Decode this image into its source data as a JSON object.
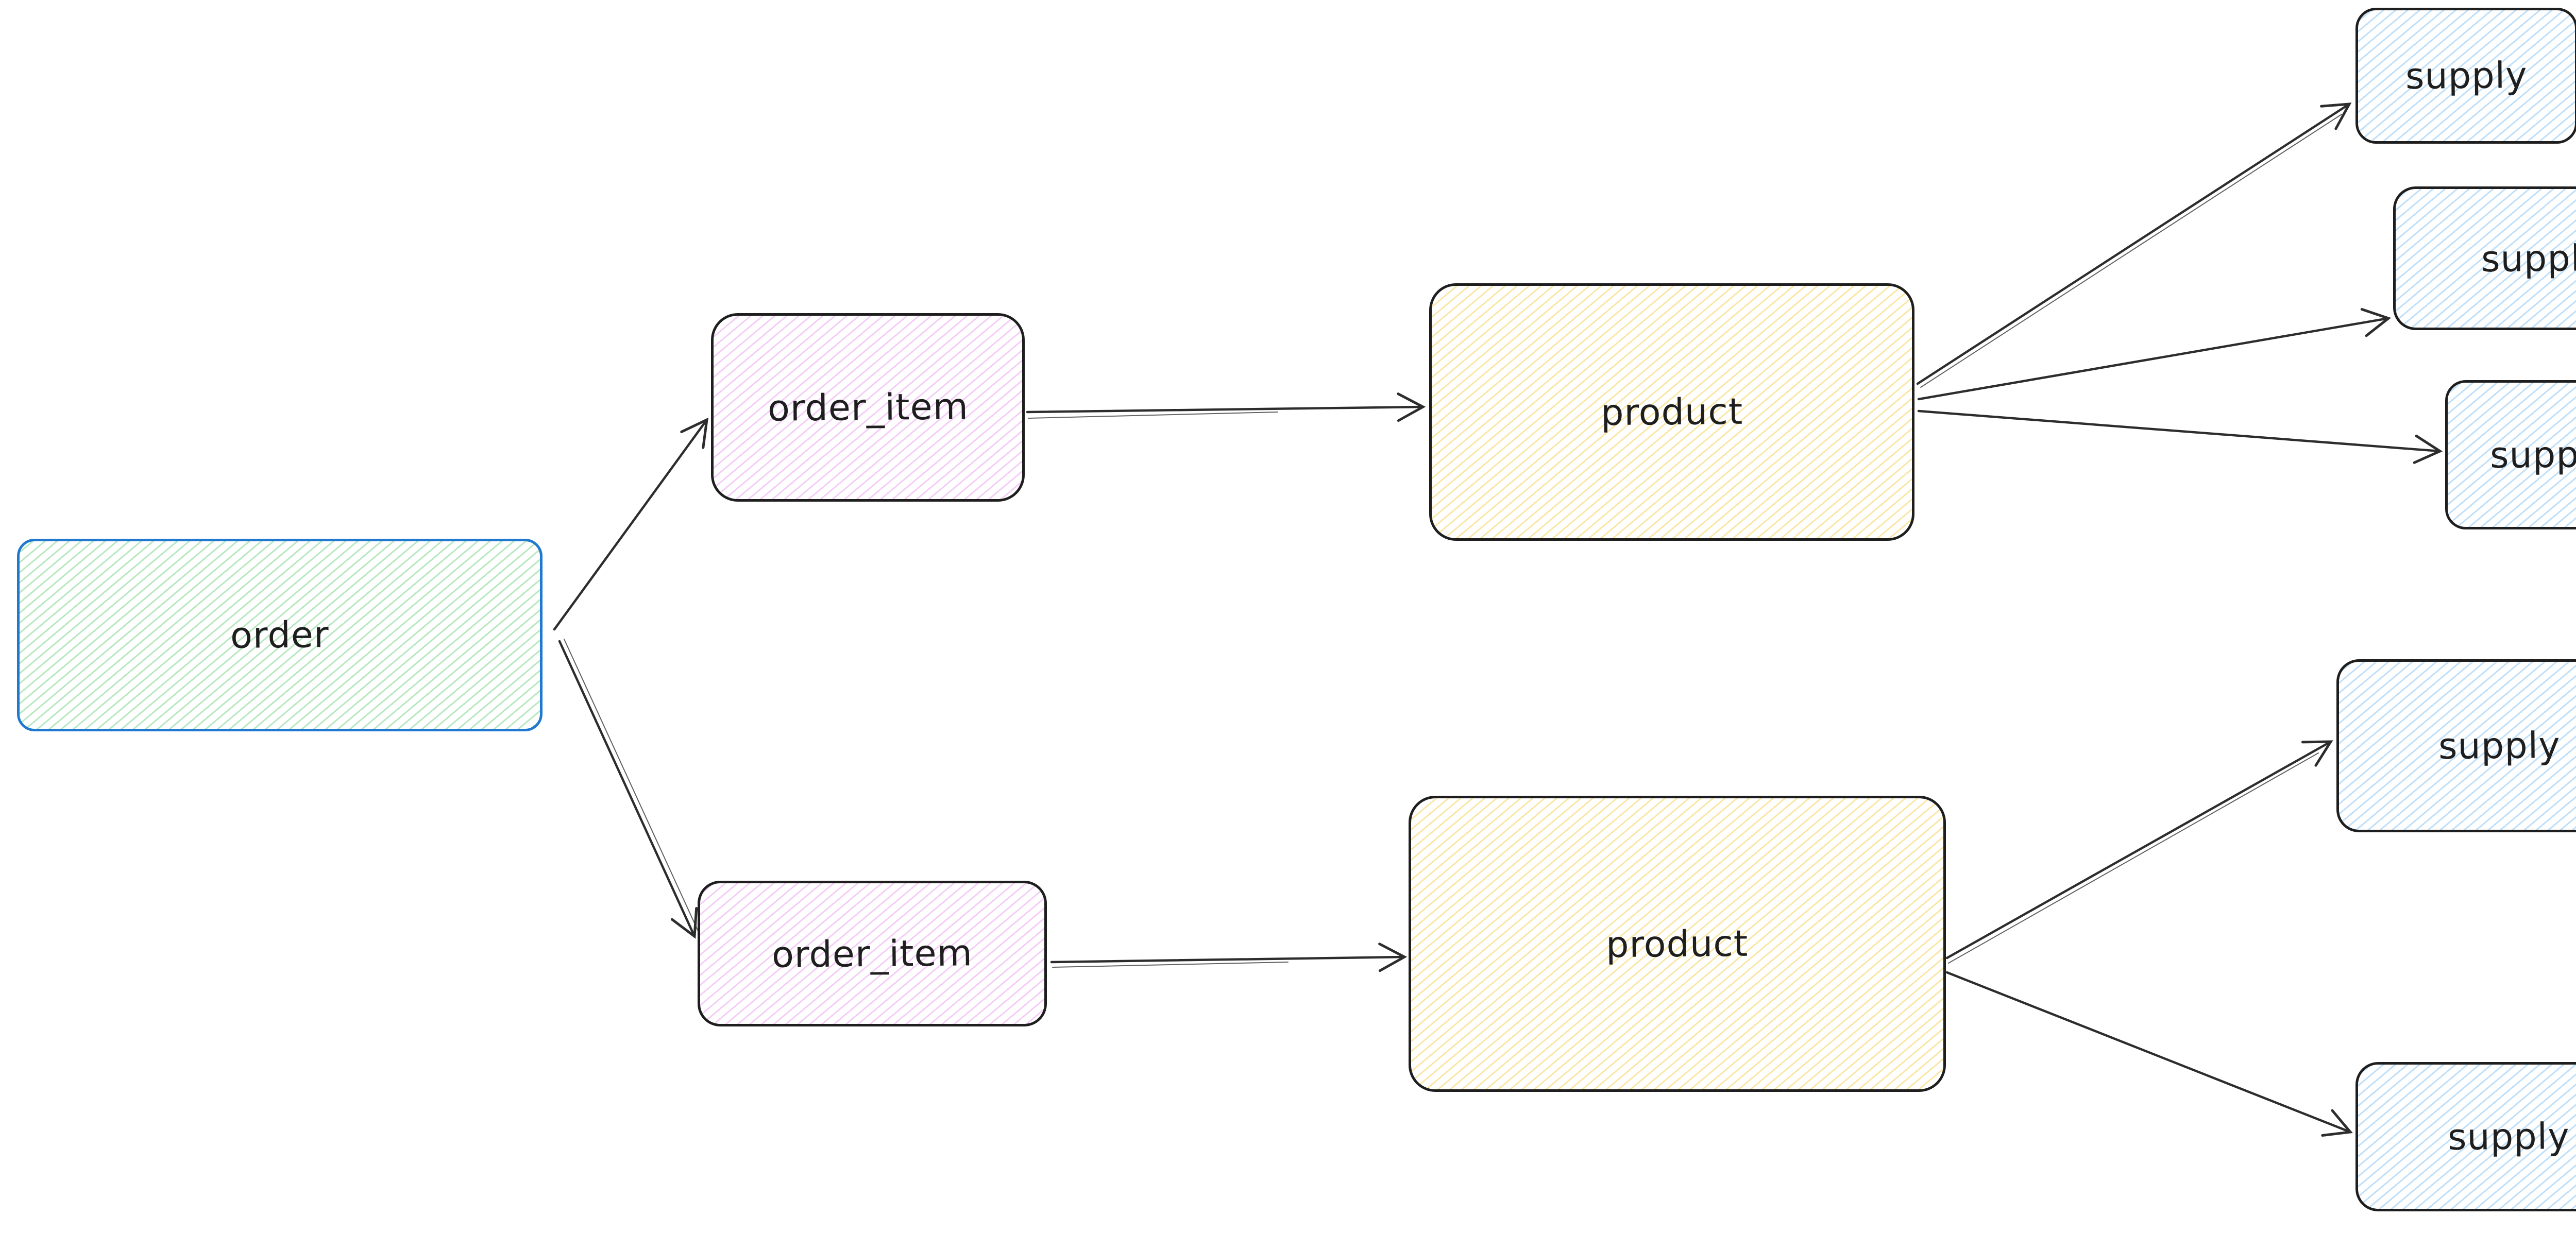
{
  "diagram": {
    "style": "hand-drawn sketch (hachure-filled rounded rectangles with open-V arrows)",
    "background_color": "#ffffff",
    "arrow_color": "#2d2d2d",
    "nodes": [
      {
        "id": "order",
        "label": "order",
        "border_color": "#2079d0",
        "hatch_color": "#7dd68c"
      },
      {
        "id": "order_item_1",
        "label": "order_item",
        "border_color": "#1e1e1e",
        "hatch_color": "#e99dee"
      },
      {
        "id": "order_item_2",
        "label": "order_item",
        "border_color": "#1e1e1e",
        "hatch_color": "#e99dee"
      },
      {
        "id": "product_1",
        "label": "product",
        "border_color": "#1e1e1e",
        "hatch_color": "#f6d35f"
      },
      {
        "id": "product_2",
        "label": "product",
        "border_color": "#1e1e1e",
        "hatch_color": "#8cc5f4"
      },
      {
        "id": "supply_1",
        "label": "supply",
        "border_color": "#1e1e1e",
        "hatch_color": "#8cc5f4"
      },
      {
        "id": "supply_2",
        "label": "supply",
        "border_color": "#1e1e1e",
        "hatch_color": "#8cc5f4"
      },
      {
        "id": "supply_3",
        "label": "supply",
        "border_color": "#1e1e1e",
        "hatch_color": "#8cc5f4"
      },
      {
        "id": "supply_4",
        "label": "supply",
        "border_color": "#1e1e1e",
        "hatch_color": "#8cc5f4"
      },
      {
        "id": "supply_5",
        "label": "supply",
        "border_color": "#1e1e1e",
        "hatch_color": "#8cc5f4"
      }
    ],
    "edges": [
      {
        "from": "order",
        "to": "order_item_1"
      },
      {
        "from": "order",
        "to": "order_item_2"
      },
      {
        "from": "order_item_1",
        "to": "product_1"
      },
      {
        "from": "order_item_2",
        "to": "product_2"
      },
      {
        "from": "product_1",
        "to": "supply_1"
      },
      {
        "from": "product_1",
        "to": "supply_2"
      },
      {
        "from": "product_1",
        "to": "supply_3"
      },
      {
        "from": "product_2",
        "to": "supply_4"
      },
      {
        "from": "product_2",
        "to": "supply_5"
      }
    ]
  }
}
